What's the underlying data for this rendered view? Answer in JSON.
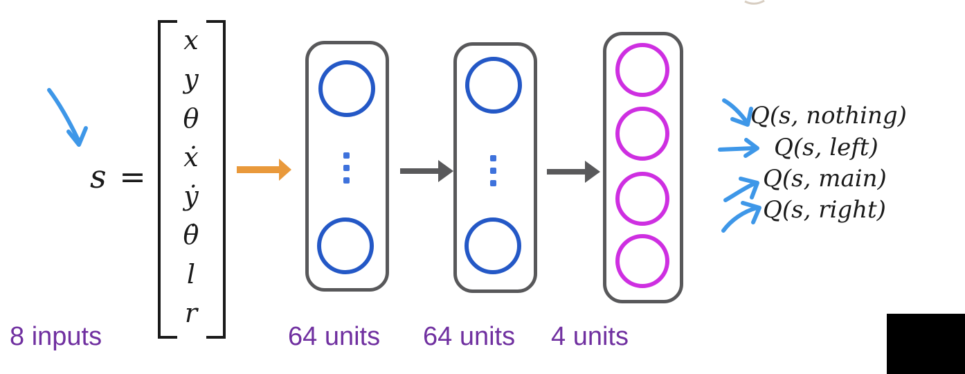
{
  "colors": {
    "hidden_unit_blue": "#2458C6",
    "output_unit_magenta": "#CE2FE1",
    "layer_border_gray": "#58585A",
    "input_arrow_orange": "#E9993B",
    "layer_arrow_gray": "#59595B",
    "annotation_arrow_blue": "#3E97E8",
    "caption_purple": "#7030A0"
  },
  "state": {
    "label": "s =",
    "vector": [
      "x",
      "y",
      "θ",
      "ẋ",
      "ẏ",
      "θ̇",
      "l",
      "r"
    ],
    "inputs_label": "8 inputs"
  },
  "layers": [
    {
      "label": "64 units"
    },
    {
      "label": "64 units"
    },
    {
      "label": "4 units"
    }
  ],
  "outputs": [
    {
      "label": "Q(s, nothing)"
    },
    {
      "label": "Q(s, left)"
    },
    {
      "label": "Q(s, main)"
    },
    {
      "label": "Q(s, right)"
    }
  ]
}
